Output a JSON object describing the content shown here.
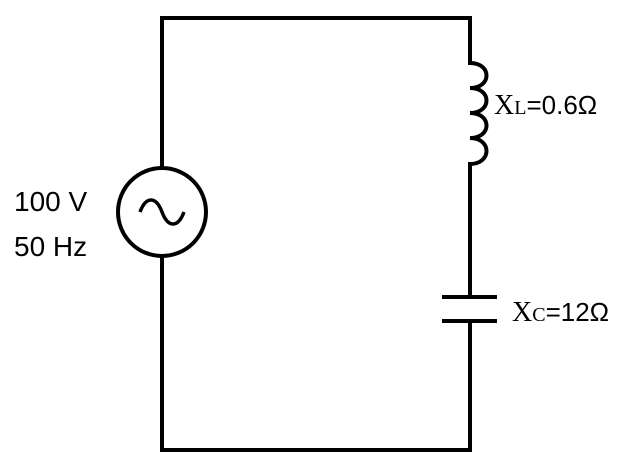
{
  "source": {
    "voltage": "100 V",
    "frequency": "50 Hz"
  },
  "inductor": {
    "symbol": "X",
    "subscript": "L",
    "value": "=0.6Ω"
  },
  "capacitor": {
    "symbol": "X",
    "subscript": "C",
    "value": "=12Ω"
  },
  "colors": {
    "line": "#000000",
    "background": "#ffffff"
  }
}
